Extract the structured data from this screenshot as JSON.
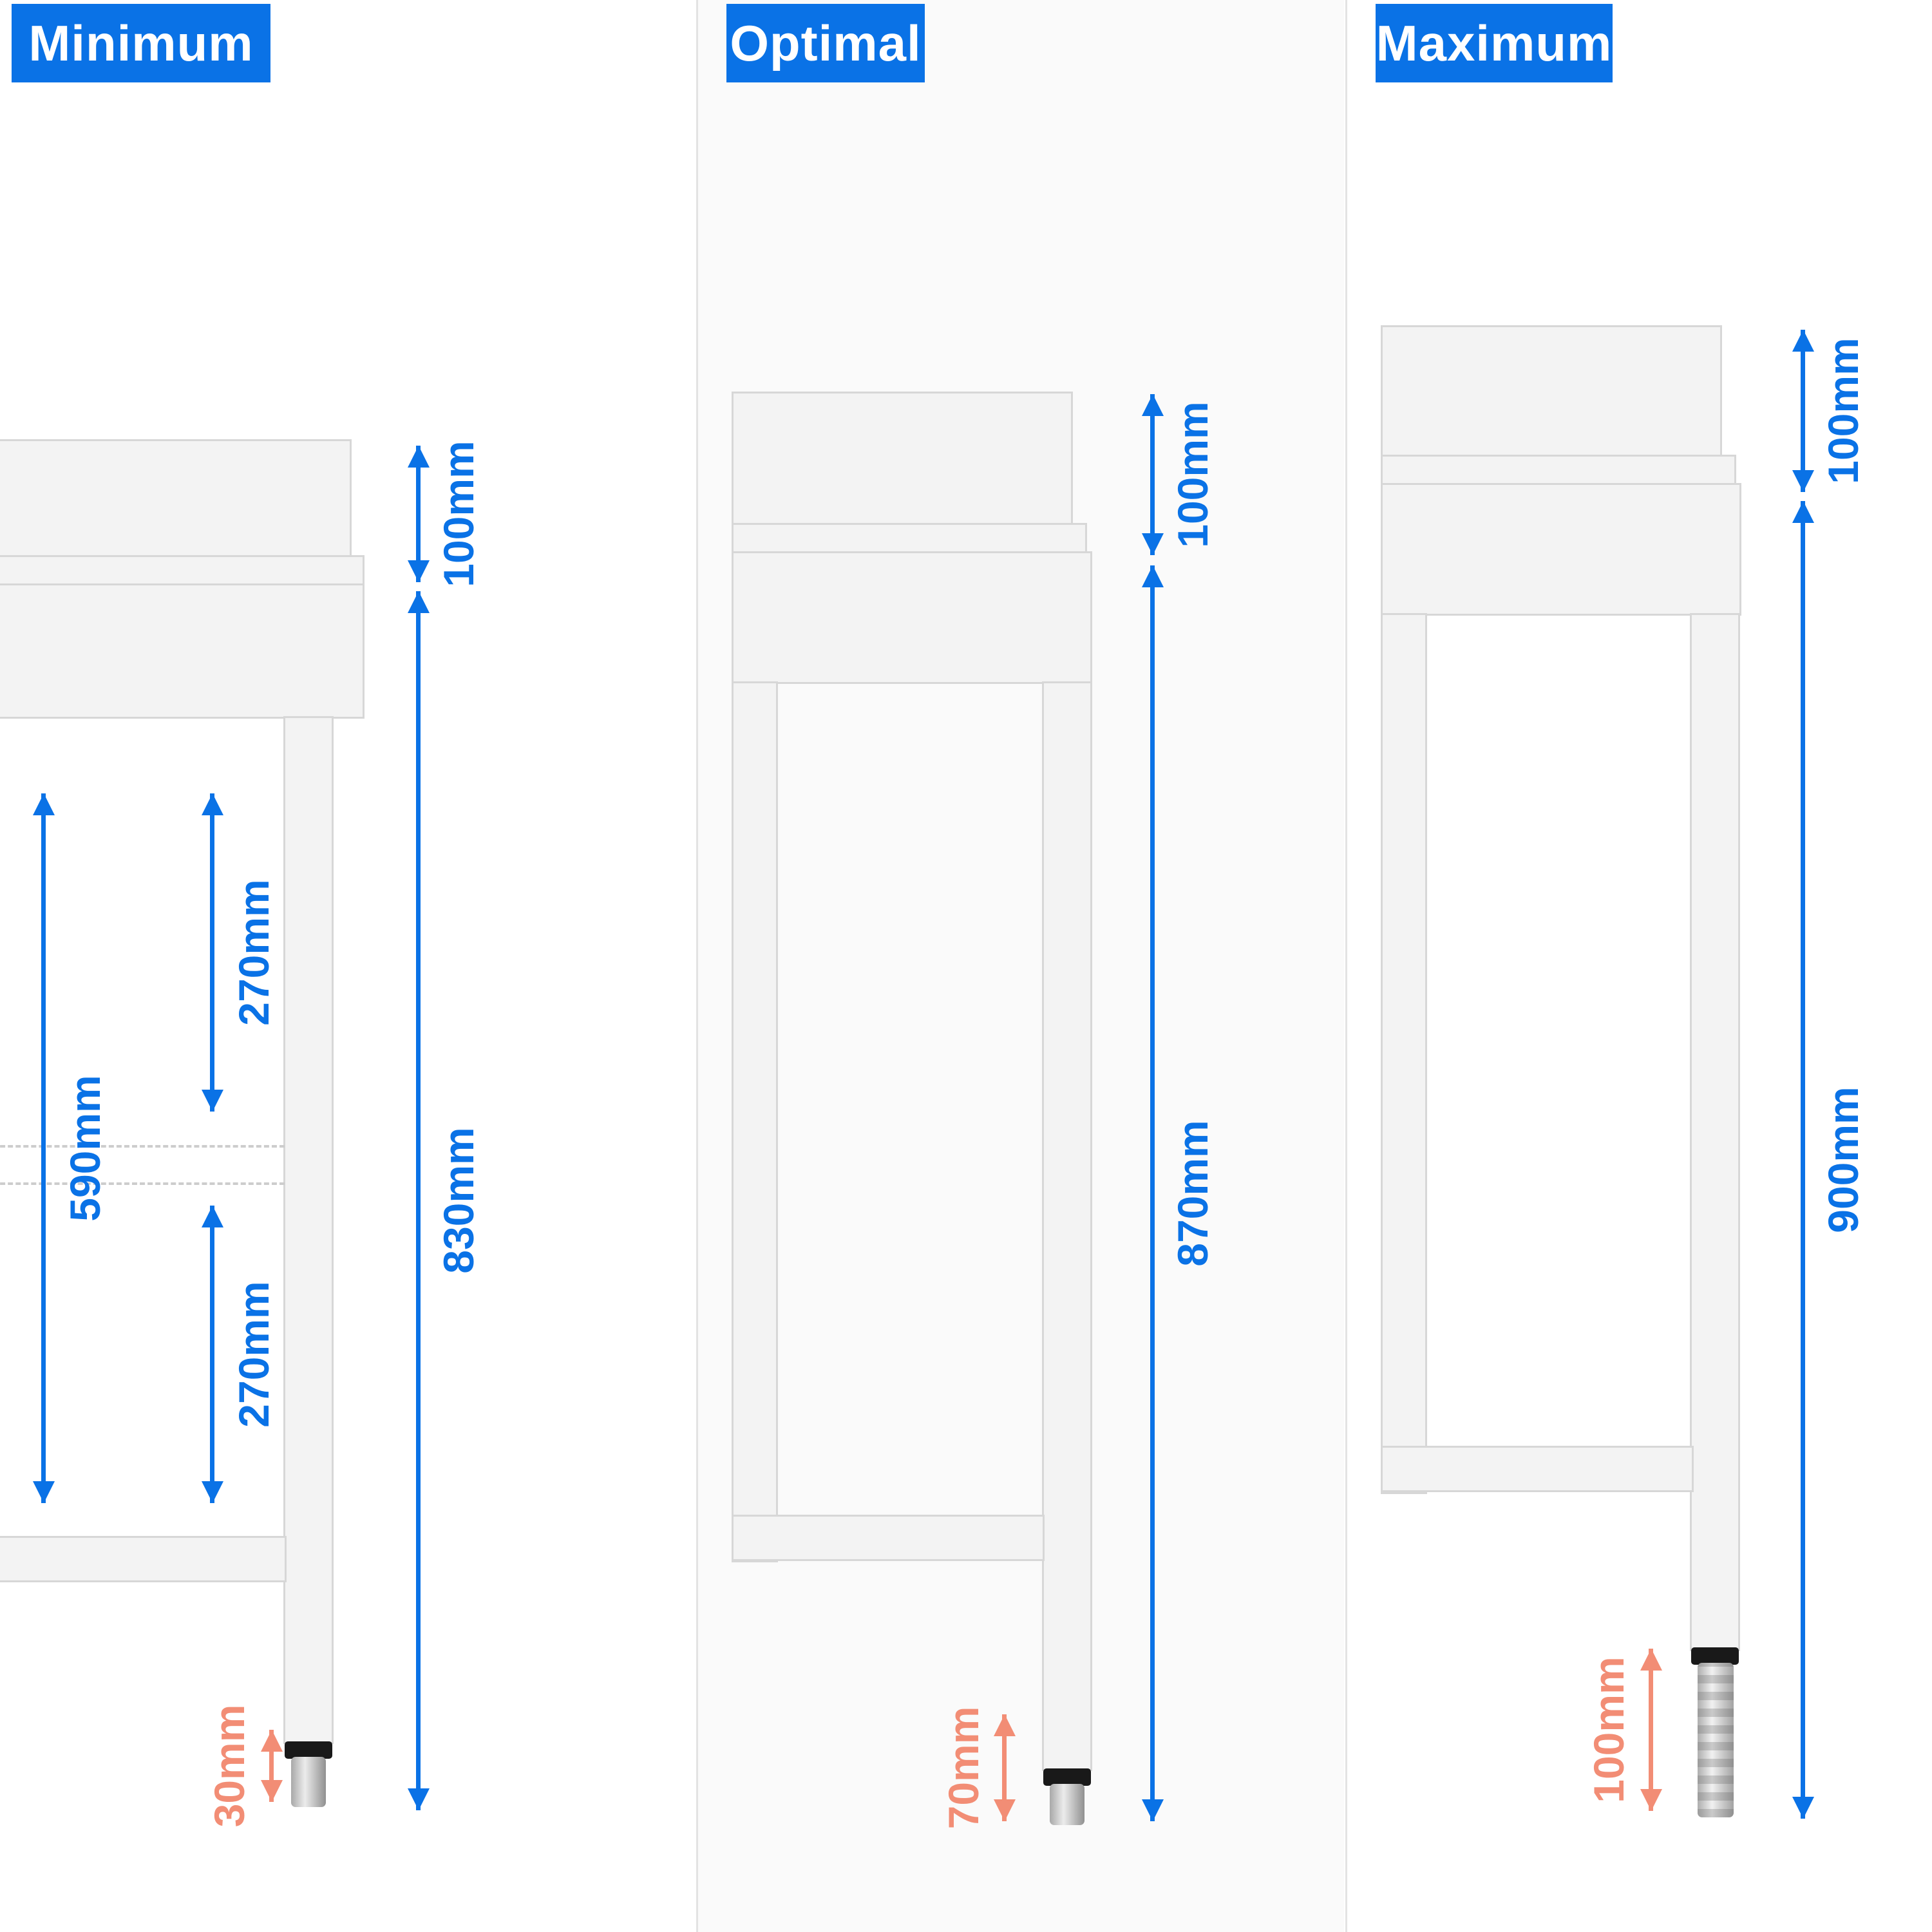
{
  "colors": {
    "header_bg": "#0a72e6",
    "header_text": "#ffffff",
    "dimension_blue": "#0a72e6",
    "foot_dimension_orange": "#f28d75",
    "table_fill": "#f3f3f3",
    "table_stroke": "#d7d7d7"
  },
  "panels": [
    {
      "label": "Minimum",
      "dims": {
        "backsplash": "100mm",
        "total": "830mm",
        "inner": "590mm",
        "upper": "270mm",
        "lower": "270mm",
        "foot": "30mm"
      }
    },
    {
      "label": "Optimal",
      "dims": {
        "backsplash": "100mm",
        "total": "870mm",
        "foot": "70mm"
      }
    },
    {
      "label": "Maximum",
      "dims": {
        "backsplash": "100mm",
        "total": "900mm",
        "foot": "100mm"
      }
    }
  ]
}
